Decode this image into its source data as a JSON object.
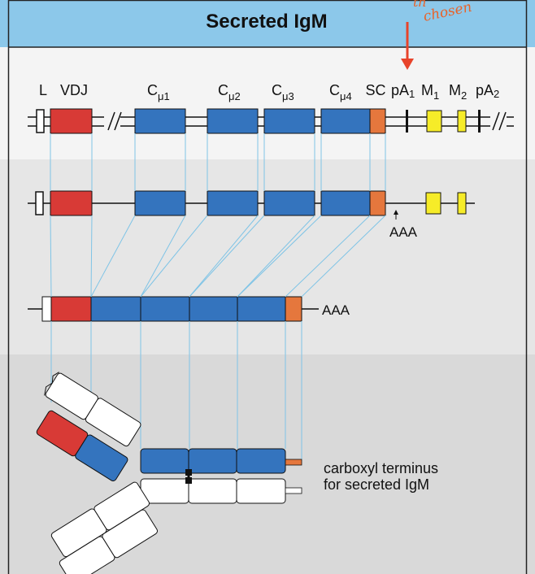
{
  "title": "Secreted IgM",
  "annotation": {
    "text_line1": "th",
    "text_line2": "chosen",
    "color": "#e8632a"
  },
  "gene": {
    "labels": {
      "L": "L",
      "VDJ": "VDJ",
      "Cmu1_main": "C",
      "Cmu1_sub": "μ1",
      "Cmu2_main": "C",
      "Cmu2_sub": "μ2",
      "Cmu3_main": "C",
      "Cmu3_sub": "μ3",
      "Cmu4_main": "C",
      "Cmu4_sub": "μ4",
      "SC": "SC",
      "pA1_main": "pA",
      "pA1_sub": "1",
      "M1_main": "M",
      "M1_sub": "1",
      "M2_main": "M",
      "M2_sub": "2",
      "pA2_main": "pA",
      "pA2_sub": "2"
    }
  },
  "transcript": {
    "polyA": "AAA"
  },
  "mrna": {
    "polyA": "AAA"
  },
  "protein": {
    "caption_line1": "carboxyl terminus",
    "caption_line2": "for secreted IgM"
  },
  "colors": {
    "header_bg": "#8cc8ea",
    "vdj": "#d83a36",
    "constant": "#3474be",
    "sc": "#e5773d",
    "membrane": "#f6ec28",
    "link_line": "#7fc4e6",
    "panel1": "#f4f4f4",
    "panel2": "#e6e6e6",
    "panel3": "#d9d9d9"
  }
}
